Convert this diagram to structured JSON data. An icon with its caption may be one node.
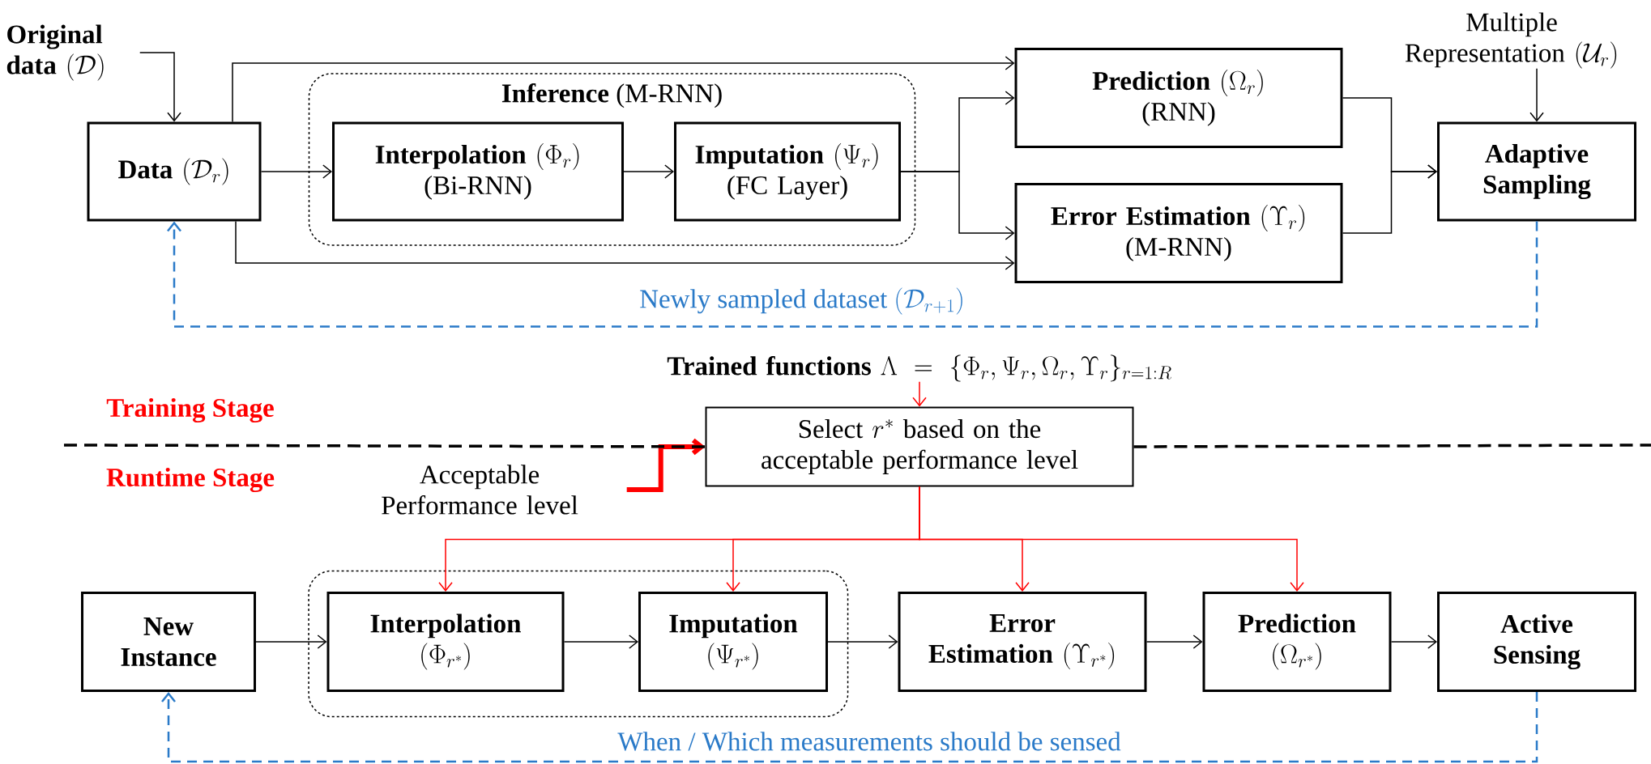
{
  "diagram": {
    "nodes": [
      {
        "text": [
          "Original data",
          "(\\mathcal{D})"
        ]
      },
      {
        "text": [
          "Data",
          "(\\mathcal{D}_r)"
        ]
      },
      {
        "text": [
          "Inference",
          "(M-RNN)"
        ]
      },
      {
        "text": [
          "Interpolation",
          "(\\Phi_r)",
          "(Bi-RNN)"
        ],
        "in": 2
      },
      {
        "text": [
          "Imputation",
          "(\\Psi_r)",
          "(FC Layer)"
        ],
        "in": 2
      },
      {
        "text": [
          "Prediction",
          "(\\Omega_r)",
          "(RNN)"
        ]
      },
      {
        "text": [
          "Error Estimation",
          "(\\Upsilon_r)",
          "(M-RNN)"
        ]
      },
      {
        "text": [
          "Multiple Representation",
          "(\\mathcal{U}_r)"
        ]
      },
      {
        "text": [
          "Adaptive Sampling"
        ]
      },
      {
        "text": [
          "Trained functions",
          "\\Lambda = \\{\\Phi_r, \\Psi_r, \\Omega_r, \\Upsilon_r\\}_{r=1:R}"
        ]
      },
      {
        "text": [
          "Select",
          "r^*",
          "based on the acceptable performance level"
        ]
      },
      {
        "text": [
          "Acceptable Performance level"
        ]
      },
      {
        "text": [
          "New Instance"
        ]
      },
      {
        "text": [],
        "shape": "box"
      },
      {
        "text": [
          "Interpolation",
          "(\\Phi_{r^*})"
        ],
        "in": 13
      },
      {
        "text": [
          "Imputation",
          "(\\Psi_{r^*})"
        ],
        "in": 13
      },
      {
        "text": [
          "Error Estimation",
          "(\\Upsilon_{r^*})"
        ]
      },
      {
        "text": [
          "Prediction",
          "(\\Omega_{r^*})"
        ]
      },
      {
        "text": [
          "Active Sensing"
        ]
      }
    ],
    "edges": [
      {
        "from": 0,
        "to": 1,
        "arrow": "to"
      },
      {
        "from": 1,
        "to": 3,
        "arrow": "to"
      },
      {
        "from": 3,
        "to": 4,
        "arrow": "to"
      },
      {
        "from": 1,
        "to": 5,
        "arrow": "to"
      },
      {
        "from": 1,
        "to": 6,
        "arrow": "to"
      },
      {
        "from": 4,
        "to": 5,
        "arrow": "to"
      },
      {
        "from": 4,
        "to": 6,
        "arrow": "to"
      },
      {
        "from": 5,
        "to": 8,
        "arrow": "to"
      },
      {
        "from": 6,
        "to": 8,
        "arrow": "to"
      },
      {
        "from": 7,
        "to": 8,
        "arrow": "to"
      },
      {
        "from": 8,
        "to": 1,
        "arrow": "to",
        "style": "dashed",
        "color": "#2a7ac8",
        "label": "\\text{Newly sampled dataset }(\\mathcal{D}_{r+1})"
      },
      {
        "from": 9,
        "to": 10,
        "arrow": "to",
        "color": "#ff0000"
      },
      {
        "from": 11,
        "to": 10,
        "arrow": "to",
        "color": "#ff0000",
        "style": "thick"
      },
      {
        "from": 10,
        "to": 14,
        "arrow": "to",
        "color": "#ff0000"
      },
      {
        "from": 10,
        "to": 15,
        "arrow": "to",
        "color": "#ff0000"
      },
      {
        "from": 10,
        "to": 16,
        "arrow": "to",
        "color": "#ff0000"
      },
      {
        "from": 10,
        "to": 17,
        "arrow": "to",
        "color": "#ff0000"
      },
      {
        "from": 12,
        "to": 14,
        "arrow": "to"
      },
      {
        "from": 14,
        "to": 15,
        "arrow": "to"
      },
      {
        "from": 15,
        "to": 16,
        "arrow": "to"
      },
      {
        "from": 16,
        "to": 17,
        "arrow": "to"
      },
      {
        "from": 17,
        "to": 18,
        "arrow": "to"
      },
      {
        "from": 18,
        "to": 12,
        "arrow": "to",
        "style": "dashed",
        "color": "#2a7ac8",
        "label": "When / Which measurements  should be sensed"
      }
    ],
    "labels": [
      "Training Stage",
      "Runtime Stage"
    ]
  }
}
